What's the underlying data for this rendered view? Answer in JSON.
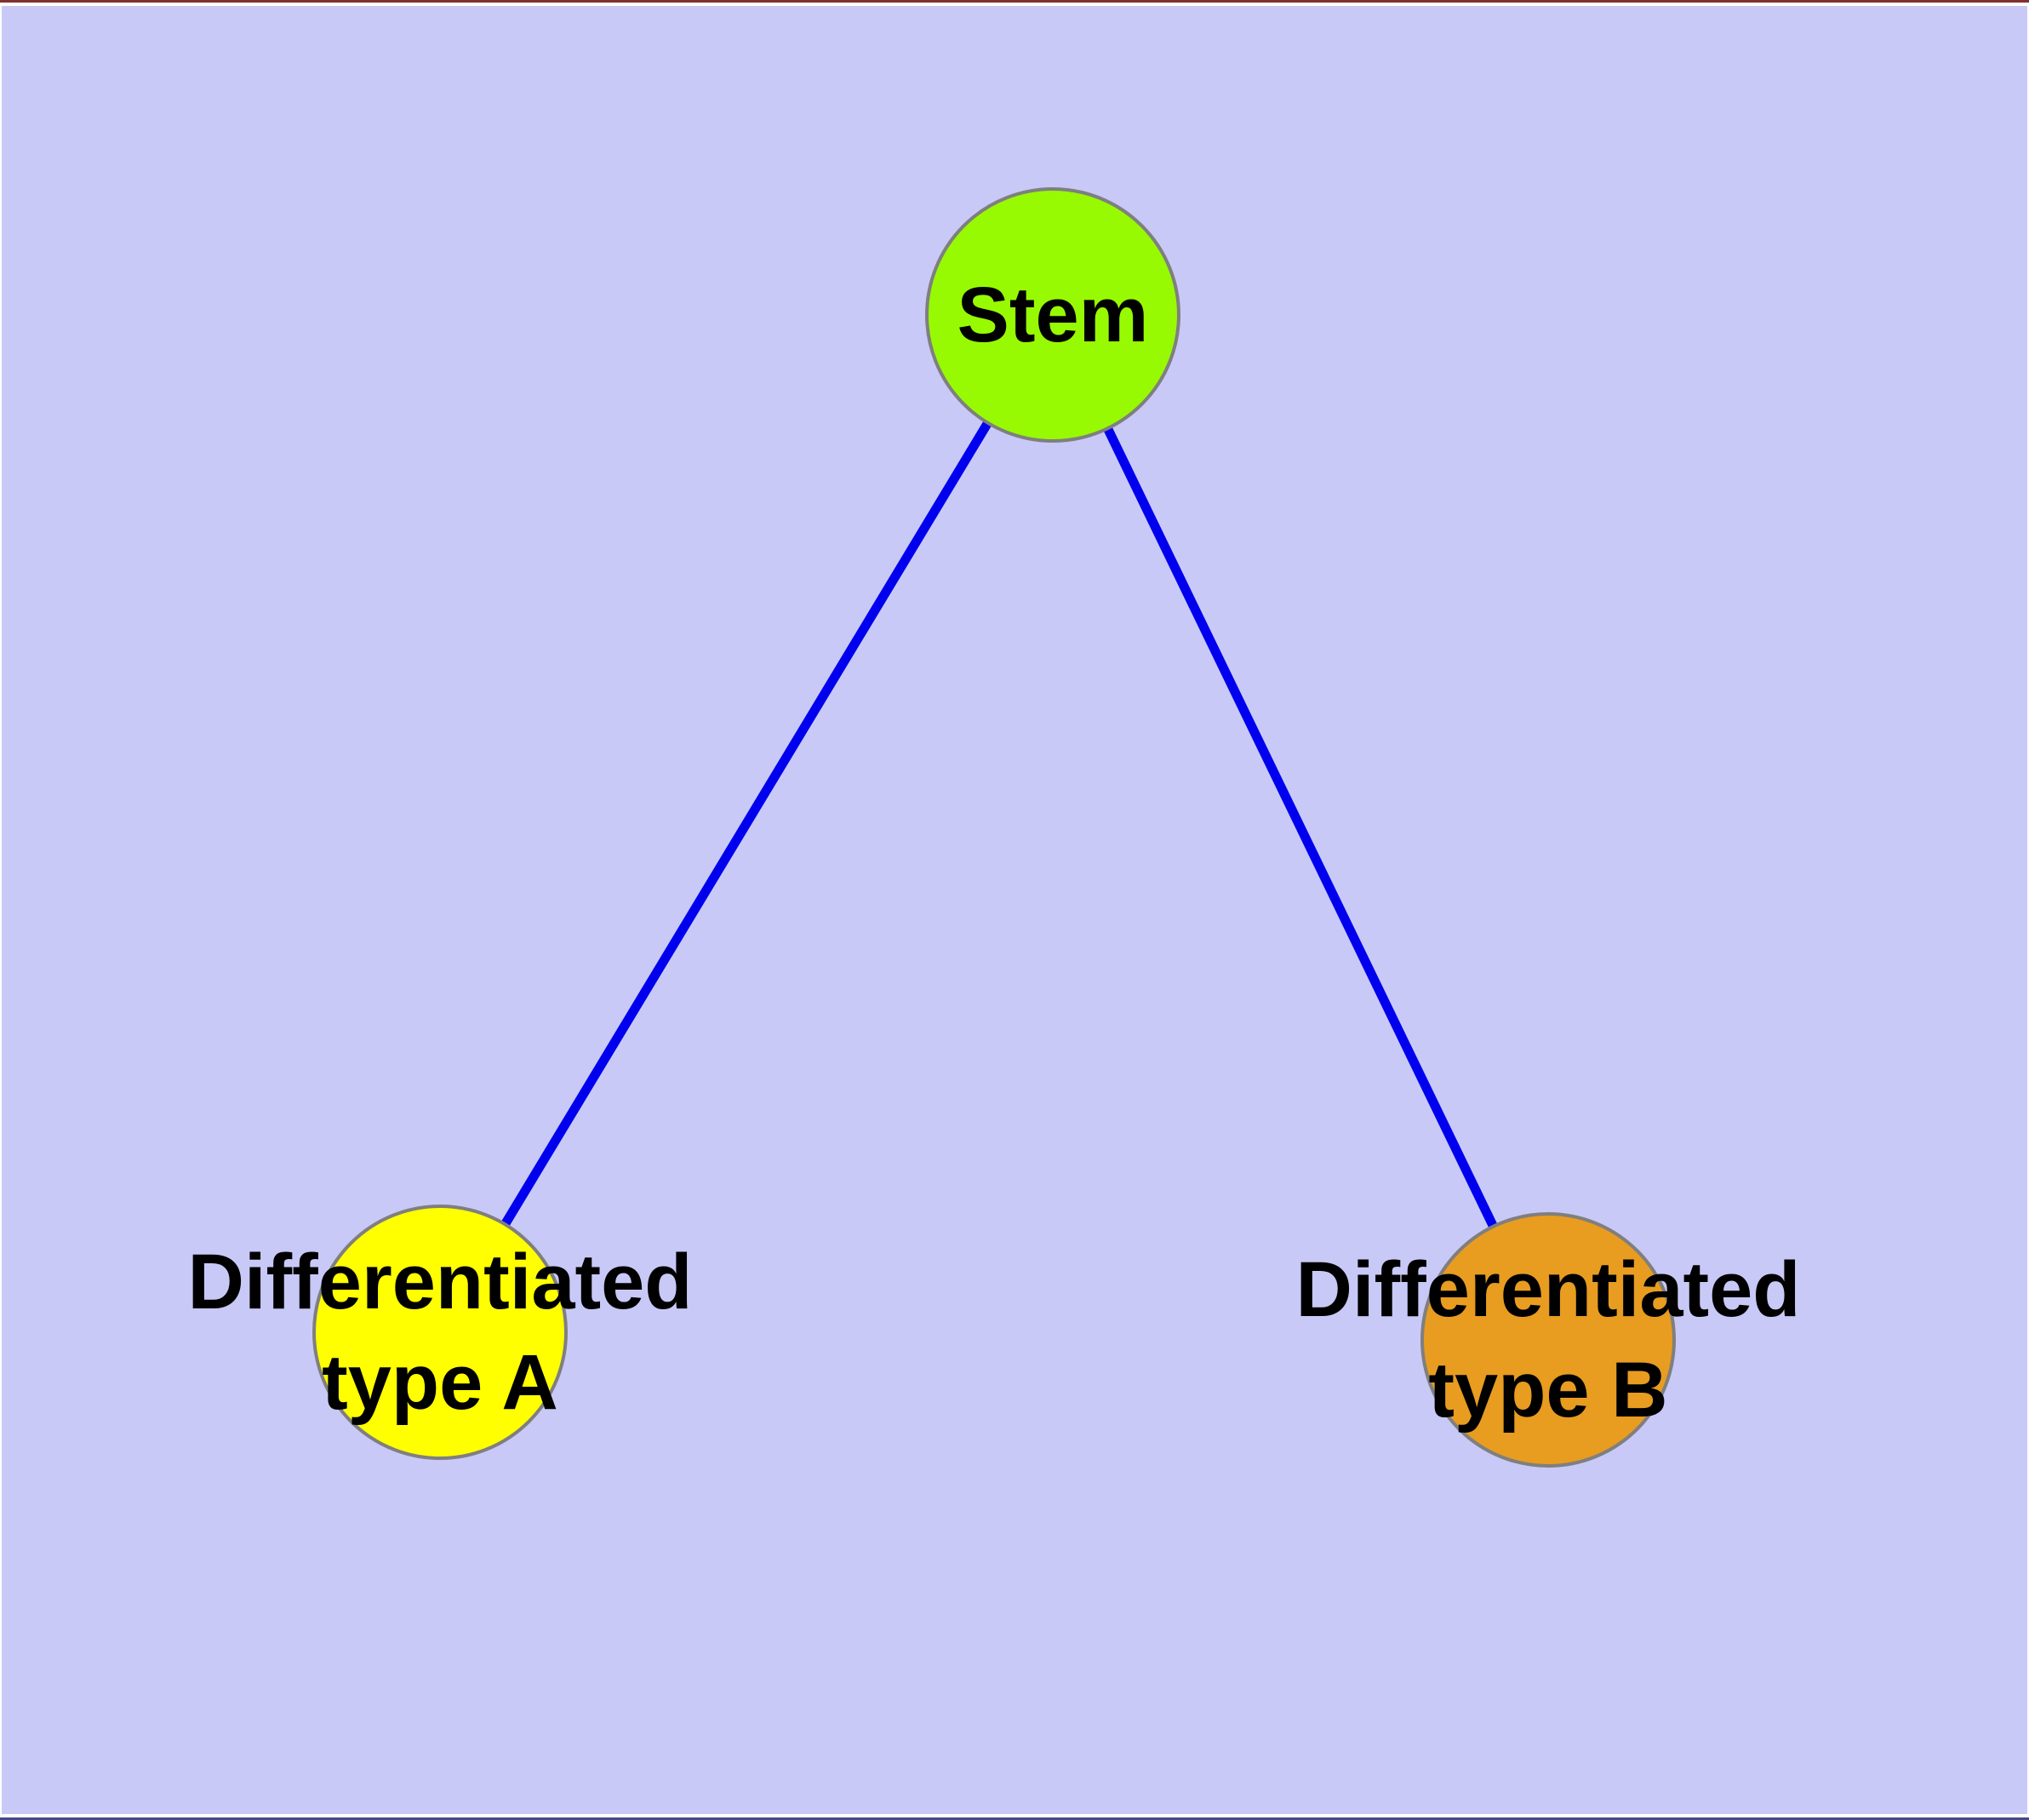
{
  "diagram": {
    "type": "node-link-graph",
    "background_color": "#c9c9f7",
    "edge_color": "#0000ee",
    "node_border_color": "#7f7f7f",
    "text_color": "#000000",
    "nodes": [
      {
        "id": "stem",
        "label": "Stem",
        "fill_color": "#97fa02",
        "shape": "circle"
      },
      {
        "id": "differentiated-type-a",
        "label": "Differentiated type A",
        "label_lines": [
          "Differentiated",
          "type A"
        ],
        "fill_color": "#ffff00",
        "shape": "circle"
      },
      {
        "id": "differentiated-type-b",
        "label": "Differentiated type B",
        "label_lines": [
          "Differentiated",
          "type B"
        ],
        "fill_color": "#e89c20",
        "shape": "circle"
      }
    ],
    "edges": [
      {
        "from": "stem",
        "to": "differentiated-type-a"
      },
      {
        "from": "stem",
        "to": "differentiated-type-b"
      }
    ]
  }
}
